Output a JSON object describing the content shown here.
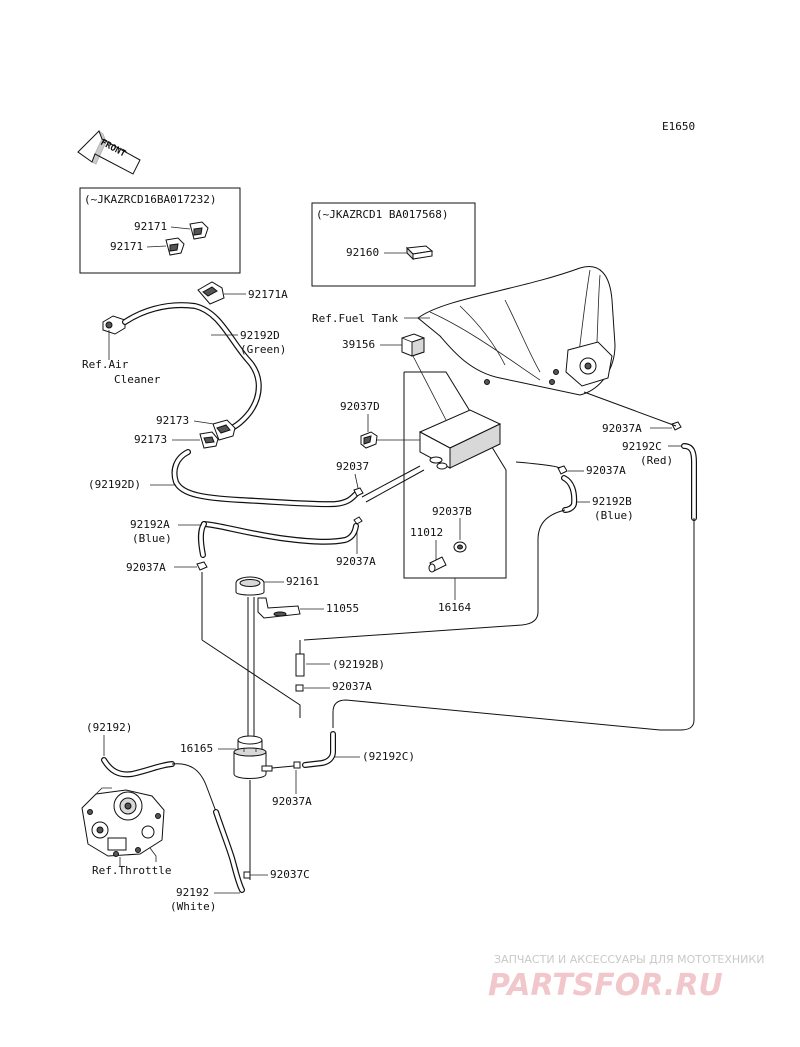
{
  "diagram_code": "E1650",
  "front_label": "FRONT",
  "boxes": {
    "box1_title": "(~JKAZRCD16BA017232)",
    "box2_title": "(~JKAZRCD1 BA017568)"
  },
  "labels": {
    "p92171_a": "92171",
    "p92171_b": "92171",
    "p92160": "92160",
    "p92171A": "92171A",
    "ref_fuel_tank": "Ref.Fuel Tank",
    "p92192D": "92192D",
    "green": "(Green)",
    "ref_air": "Ref.Air",
    "cleaner": "Cleaner",
    "p39156": "39156",
    "p92037D": "92037D",
    "p92173_a": "92173",
    "p92173_b": "92173",
    "p92037A_1": "92037A",
    "p92192C_r": "92192C",
    "red": "(Red)",
    "p92037": "92037",
    "p92037A_2": "92037A",
    "p92192D_b": "(92192D)",
    "p92192B": "92192B",
    "blue_b": "(Blue)",
    "p92037B": "92037B",
    "p92192A": "92192A",
    "blue_a": "(Blue)",
    "p92037A_3": "92037A",
    "p11012": "11012",
    "p92037A_4": "92037A",
    "p92161": "92161",
    "p16164": "16164",
    "p11055": "11055",
    "p92192B_b": "(92192B)",
    "p92037A_5": "92037A",
    "p92192_b": "(92192)",
    "p16165": "16165",
    "p92192C_b": "(92192C)",
    "p92037A_6": "92037A",
    "ref_throttle": "Ref.Throttle",
    "p92037C": "92037C",
    "p92192": "92192",
    "white": "(White)"
  },
  "watermark": {
    "subtitle": "ЗАПЧАСТИ И АКСЕССУАРЫ ДЛЯ МОТОТЕХНИКИ",
    "brand": "PARTSFOR.RU"
  }
}
